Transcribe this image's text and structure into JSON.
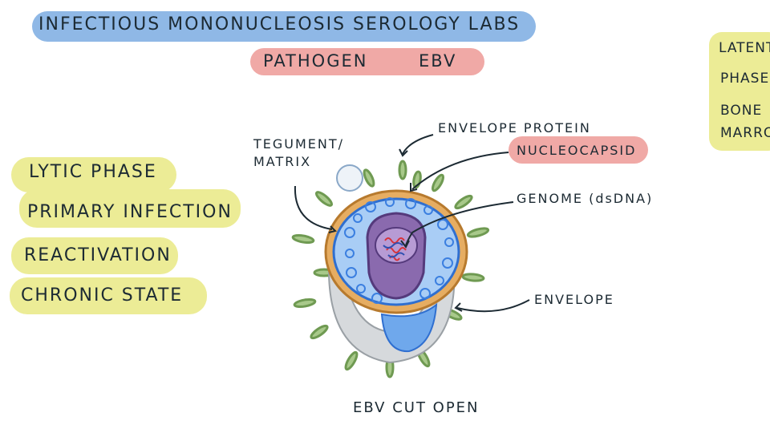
{
  "title": "INFECTIOUS MONONUCLEOSIS SEROLOGY LABS",
  "pathogen": {
    "label": "PATHOGEN",
    "value": "EBV"
  },
  "left_labels": [
    "LYTIC PHASE",
    "PRIMARY INFECTION",
    "REACTIVATION",
    "CHRONIC STATE"
  ],
  "right_labels": [
    "LATENT",
    "PHASE",
    "BONE",
    "MARRO"
  ],
  "diagram": {
    "tegument": "TEGUMENT/",
    "matrix": "MATRIX",
    "envelope_protein": "ENVELOPE PROTEIN",
    "nucleocapsid": "NUCLEOCAPSID",
    "genome": "GENOME (dsDNA)",
    "envelope": "ENVELOPE",
    "caption": "EBV CUT OPEN"
  },
  "colors": {
    "blue_highlight": "#8fb8e6",
    "red_highlight": "#f0a9a6",
    "yellow_highlight": "#ecec96",
    "spike_green": "#7aa35a",
    "envelope_orange": "#e0a35a",
    "tegument_blue": "#3b7fe0",
    "capsid_purple": "#7a5a9e"
  }
}
